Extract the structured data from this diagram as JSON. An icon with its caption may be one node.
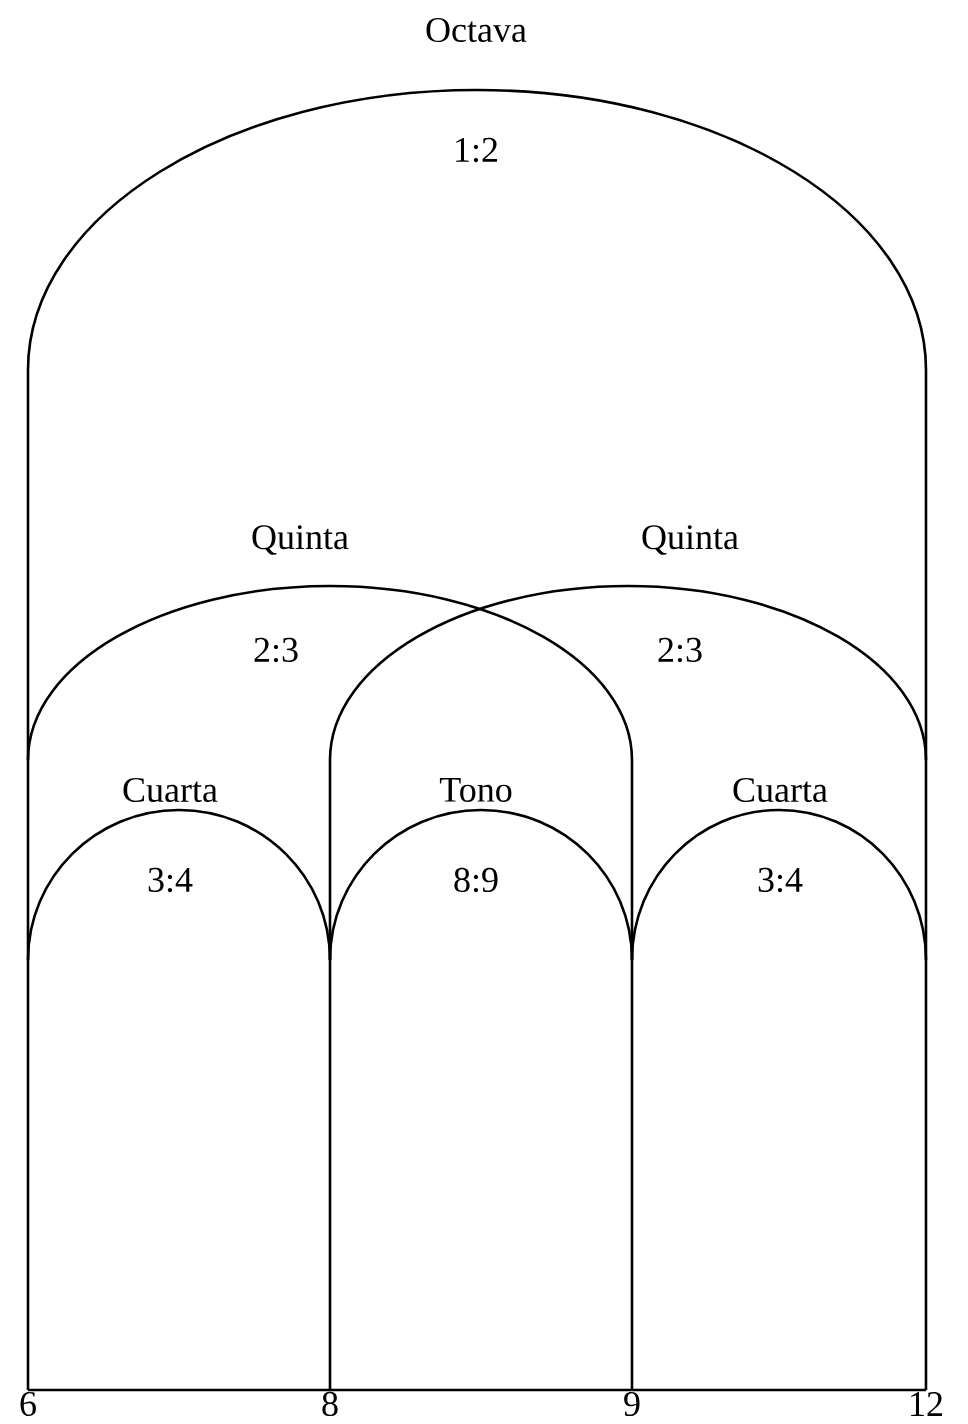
{
  "diagram": {
    "nodes": [
      {
        "text": [
          "Octava",
          "1:2"
        ]
      },
      {
        "text": [
          "Quinta",
          "2:3"
        ]
      },
      {
        "text": [
          "Quinta",
          "2:3"
        ]
      },
      {
        "text": [
          "Cuarta",
          "3:4"
        ]
      },
      {
        "text": [
          "Tono",
          "8:9"
        ]
      },
      {
        "text": [
          "Cuarta",
          "3:4"
        ]
      }
    ],
    "labels": [
      "6",
      "8",
      "9",
      "12"
    ]
  }
}
